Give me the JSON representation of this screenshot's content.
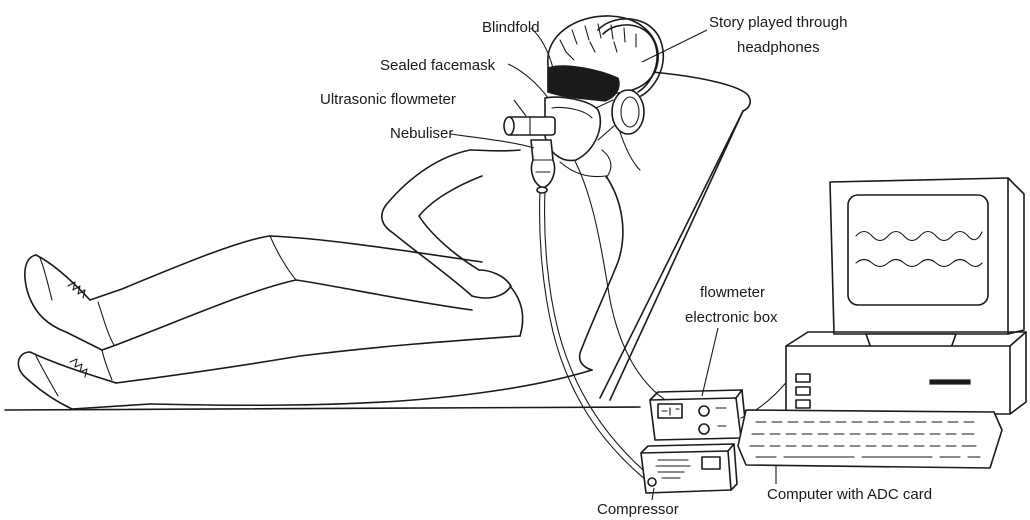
{
  "figure": {
    "background": "#ffffff",
    "ink": "#1a1a1a"
  },
  "labels": {
    "blindfold": "Blindfold",
    "story": [
      "Story played through",
      "headphones"
    ],
    "sealed_facemask": "Sealed facemask",
    "ultrasonic_flowmeter": "Ultrasonic flowmeter",
    "nebuliser": "Nebuliser",
    "flowmeter_box": [
      "flowmeter",
      "electronic box"
    ],
    "compressor": "Compressor",
    "computer": "Computer with ADC card"
  }
}
